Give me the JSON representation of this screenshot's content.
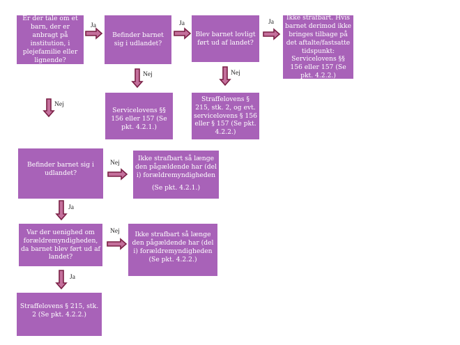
{
  "boxes": {
    "q1": "Er der tale om et barn, der er anbragt på institution, i plejefamilie eller lignende?",
    "q2": "Befinder barnet sig i udlandet?",
    "q3": "Blev barnet lovligt ført ud af landet?",
    "r1": "Ikke strafbart. Hvis barnet derimod ikke bringes tilbage på det aftalte/fastsatte tidspunkt: Servicelovens §§ 156 eller 157 (Se pkt. 4.2.2.)",
    "r2": "Servicelovens  §§ 156 eller 157 (Se pkt. 4.2.1.)",
    "r3": "Straffelovens § 215, stk. 2, og evt. servicelovens § 156 eller § 157 (Se pkt. 4.2.2.)",
    "q4": "Befinder barnet sig i udlandet?",
    "r4a": "Ikke strafbart så længe den pågældende har (del i) forældremyndigheden",
    "r4b": "(Se pkt. 4.2.1.)",
    "q5": "Var der uenighed om forældremyndigheden, da barnet blev ført ud af landet?",
    "r5": "Ikke strafbart så længe den pågældende har (del i) forældremyndigheden (Se pkt. 4.2.2.)",
    "r6": "Straffelovens § 215, stk. 2 (Se pkt. 4.2.2.)"
  },
  "labels": {
    "yes": "Ja",
    "no": "Nej"
  },
  "colors": {
    "box": "#a862b8",
    "arrow_fill": "#c4709c",
    "arrow_stroke": "#7a1f45"
  }
}
